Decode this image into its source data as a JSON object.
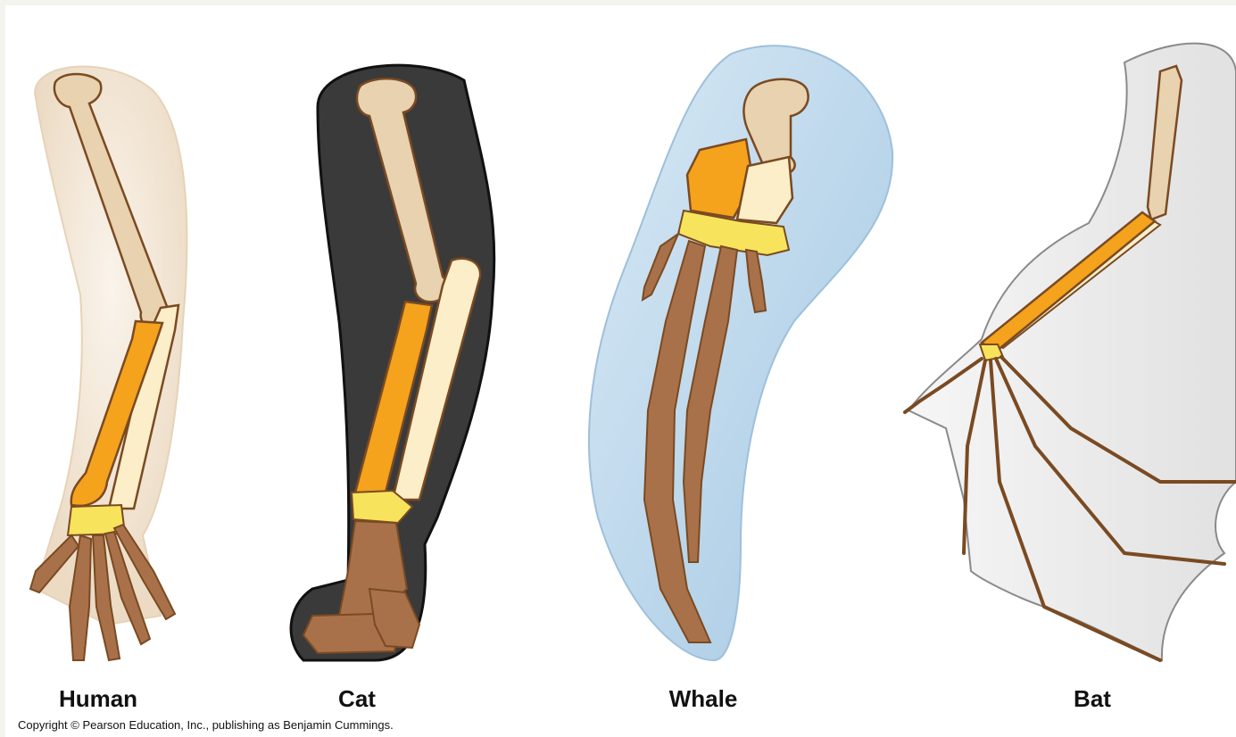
{
  "labels": {
    "human": "Human",
    "cat": "Cat",
    "whale": "Whale",
    "bat": "Bat"
  },
  "copyright": "Copyright © Pearson Education, Inc., publishing as Benjamin Cummings.",
  "colors": {
    "humerus": "#e8d2b0",
    "radius": "#f5a21c",
    "ulna": "#fbeec8",
    "carpals": "#f7e45c",
    "phalanges": "#a9714a",
    "bone_outline": "#7a4a22",
    "human_skin": "#f1e4d2",
    "cat_fur": "#3a3a3a",
    "whale_flipper": "#bcd8ec",
    "bat_membrane": "#e9e9e9"
  }
}
